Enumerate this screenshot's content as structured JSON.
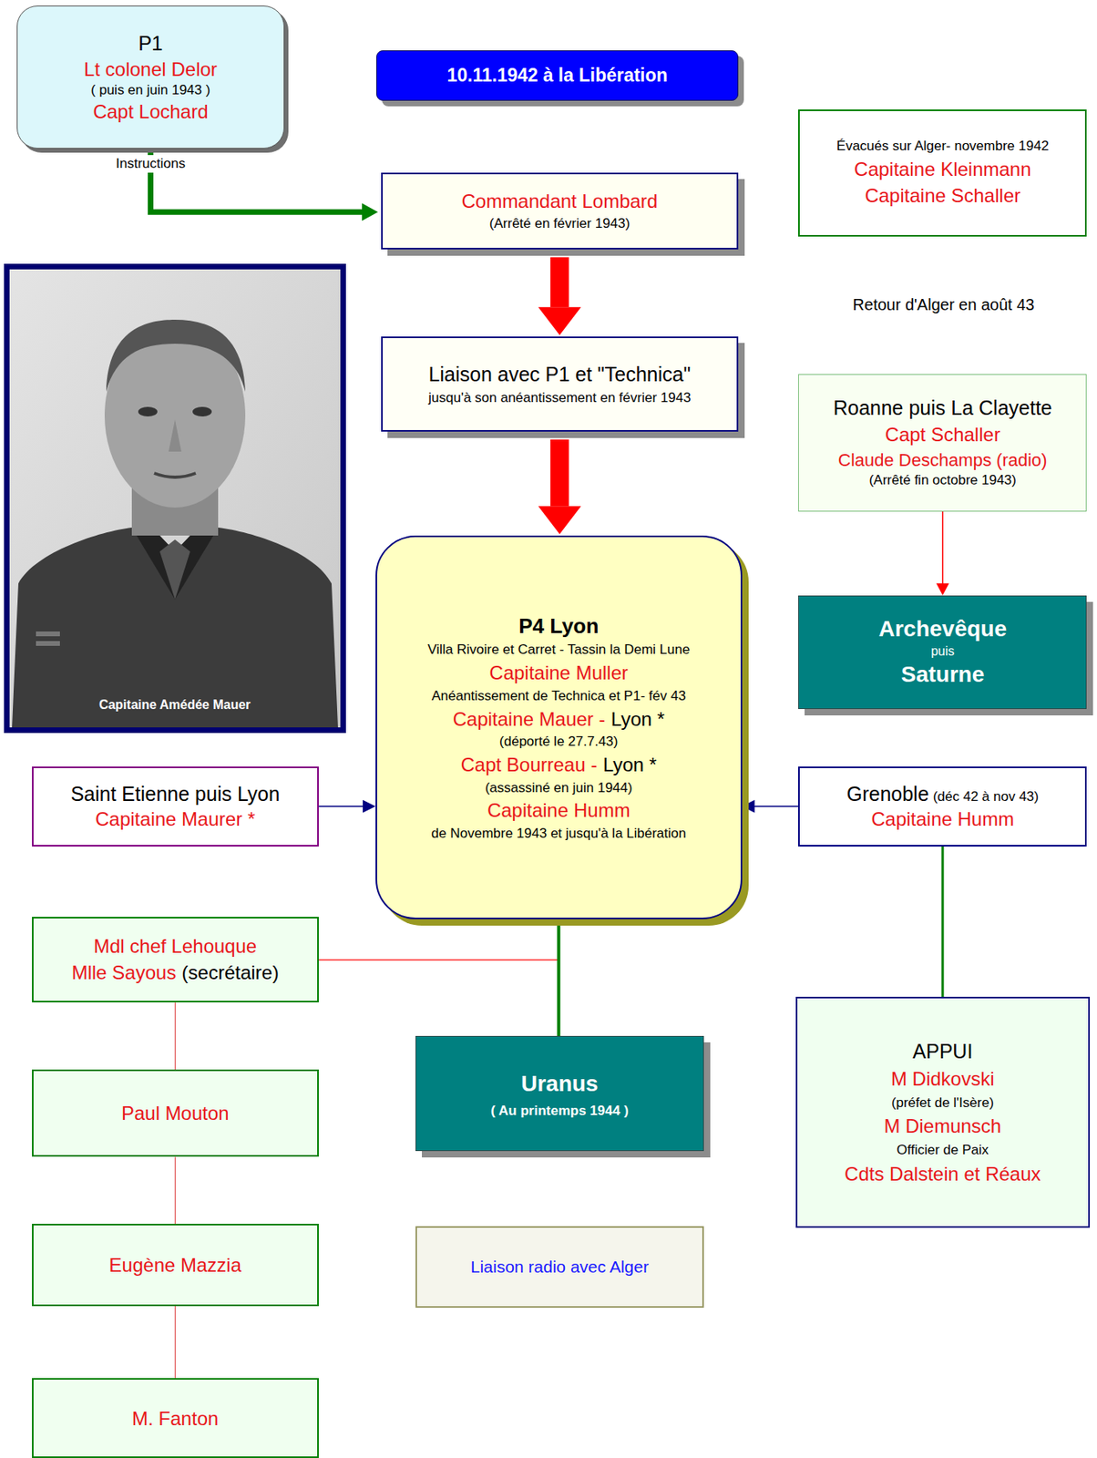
{
  "diagram": {
    "title": "10.11.1942 à la Libération",
    "nodes": [
      {
        "text": [
          "P1",
          "Lt colonel Delor",
          "( puis en juin 1943 )",
          "Capt Lochard"
        ]
      },
      {
        "text": [
          "Commandant Lombard",
          "(Arrêté en février 1943)"
        ]
      },
      {
        "text": [
          "Évacués sur Alger- novembre 1942",
          "Capitaine Kleinmann",
          "Capitaine Schaller"
        ]
      },
      {
        "text": [
          "Liaison avec P1 et \"Technica\"",
          "jusqu'à son anéantissement en février 1943"
        ]
      },
      {
        "text": [
          "Roanne puis La Clayette",
          "Capt Schaller",
          "Claude Deschamps (radio)",
          "(Arrêté fin octobre 1943)"
        ]
      },
      {
        "text": [
          "P4 Lyon",
          "Villa Rivoire et Carret - Tassin la Demi Lune",
          "Capitaine Muller",
          "Anéantissement de Technica et P1- fév 43",
          "Capitaine Mauer -",
          "Lyon *",
          "(déporté le 27.7.43)",
          "Capt Bourreau -",
          "Lyon *",
          "(assassiné en juin 1944)",
          "Capitaine Humm",
          "de Novembre 1943 et jusqu'à la Libération"
        ]
      },
      {
        "text": [
          "Archevêque",
          "puis",
          "Saturne"
        ]
      },
      {
        "text": [
          "Saint Etienne puis Lyon",
          "Capitaine Maurer *"
        ]
      },
      {
        "text": [
          "Grenoble",
          "(déc 42 à nov 43)",
          "Capitaine Humm"
        ]
      },
      {
        "text": [
          "Mdl chef Lehouque",
          "Mlle Sayous",
          "(secrétaire)"
        ]
      },
      {
        "text": [
          "Uranus",
          "( Au printemps 1944 )"
        ]
      },
      {
        "text": [
          "APPUI",
          "M Didkovski",
          "(préfet de l'Isère)",
          "M Diemunsch",
          "Officier de Paix",
          "Cdts Dalstein et Réaux"
        ]
      },
      {
        "text": [
          "Paul Mouton"
        ]
      },
      {
        "text": [
          "Liaison radio avec Alger"
        ]
      },
      {
        "text": [
          "Eugène Mazzia"
        ]
      },
      {
        "text": [
          "M. Fanton"
        ]
      }
    ],
    "edges": [
      {
        "from": 0,
        "to": 1,
        "arrow": "to",
        "label": "Instructions"
      },
      {
        "from": 1,
        "to": 3,
        "arrow": "to"
      },
      {
        "from": 3,
        "to": 5,
        "arrow": "to"
      },
      {
        "from": 4,
        "to": 6,
        "arrow": "to"
      },
      {
        "from": 7,
        "to": 5,
        "arrow": "to"
      },
      {
        "from": 8,
        "to": 5,
        "arrow": "to"
      },
      {
        "from": 5,
        "to": 10,
        "arrow": "none"
      },
      {
        "from": 9,
        "to": 5,
        "arrow": "none"
      },
      {
        "from": 9,
        "to": 12,
        "arrow": "none"
      },
      {
        "from": 12,
        "to": 14,
        "arrow": "none"
      },
      {
        "from": 14,
        "to": 15,
        "arrow": "none"
      },
      {
        "from": 8,
        "to": 11,
        "arrow": "none"
      }
    ],
    "labels": [
      "Retour d'Alger en août 43",
      "Capitaine Amédée Mauer"
    ]
  }
}
